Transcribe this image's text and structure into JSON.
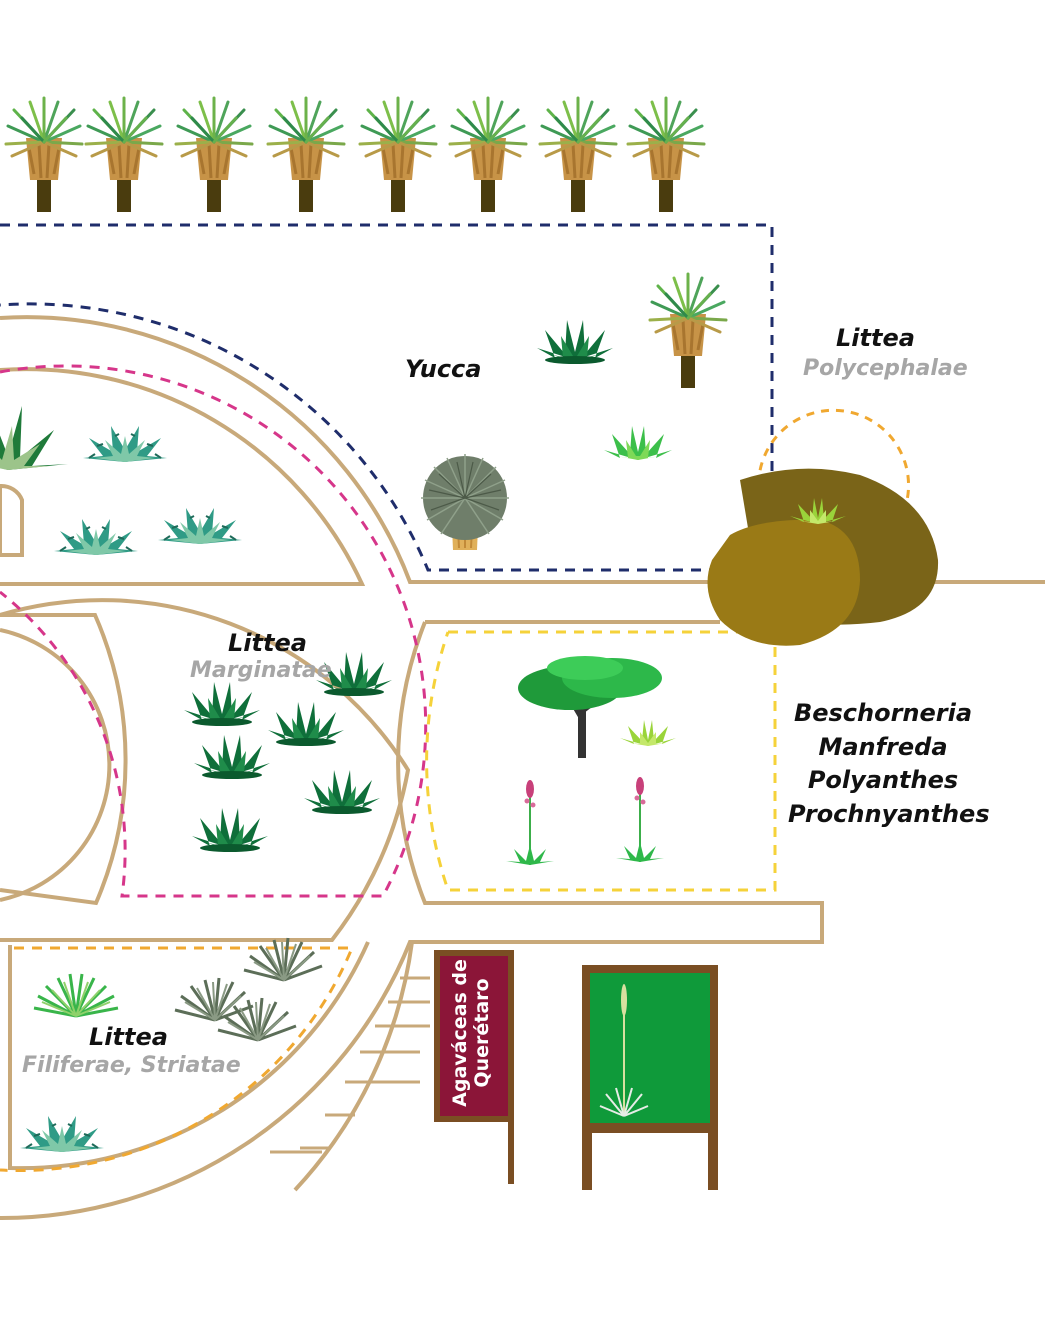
{
  "labels": {
    "yucca": "Yucca",
    "polycephalae_genus": "Littea",
    "polycephalae_group": "Polycephalae",
    "marginatae_genus": "Littea",
    "marginatae_group": "Marginatae",
    "filiferae_genus": "Littea",
    "filiferae_group": "Filiferae, Striatae",
    "genera_list": [
      "Beschorneria",
      "Manfreda",
      "Polyanthes",
      "Prochnyanthes"
    ]
  },
  "sign": {
    "line1": "Agaváceas de",
    "line2": "Querétaro"
  },
  "colors": {
    "path_outline": "#c8a97a",
    "navy_boundary": "#1f2d6b",
    "pink_boundary": "#d6368a",
    "yellow_boundary": "#f5d23a",
    "orange_boundary": "#f0a830",
    "sign_maroon": "#8b1538",
    "board_green": "#0f9a3a",
    "board_frame": "#7a4e23",
    "rock": "#8f7420"
  }
}
